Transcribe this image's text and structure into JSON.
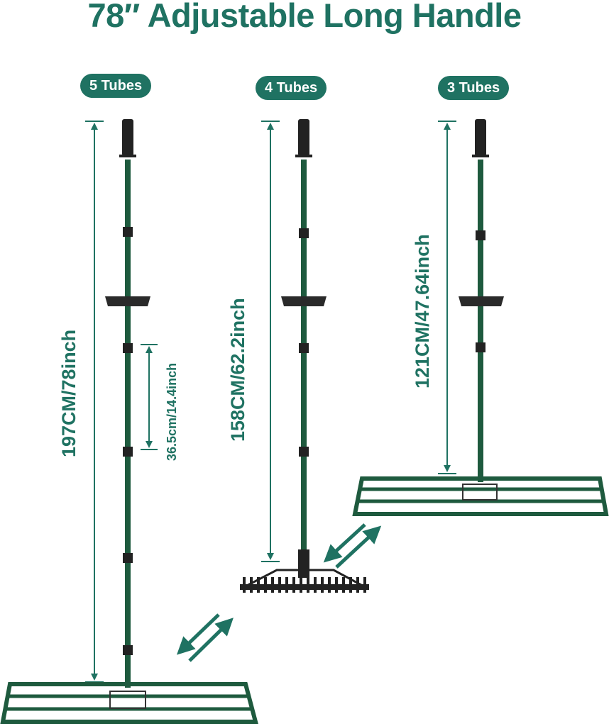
{
  "title": "78″ Adjustable Long Handle",
  "colors": {
    "brand_green": "#1f7262",
    "pole_green": "#1e5a3e",
    "grip_black": "#222222"
  },
  "configurations": [
    {
      "badge": "5 Tubes",
      "height_label": "197CM/78inch",
      "head": "leveling-frame"
    },
    {
      "badge": "4 Tubes",
      "height_label": "158CM/62.2inch",
      "head": "rake"
    },
    {
      "badge": "3 Tubes",
      "height_label": "121CM/47.64inch",
      "head": "leveling-frame"
    }
  ],
  "tube_segment_label": "36.5cm/14.4inch"
}
